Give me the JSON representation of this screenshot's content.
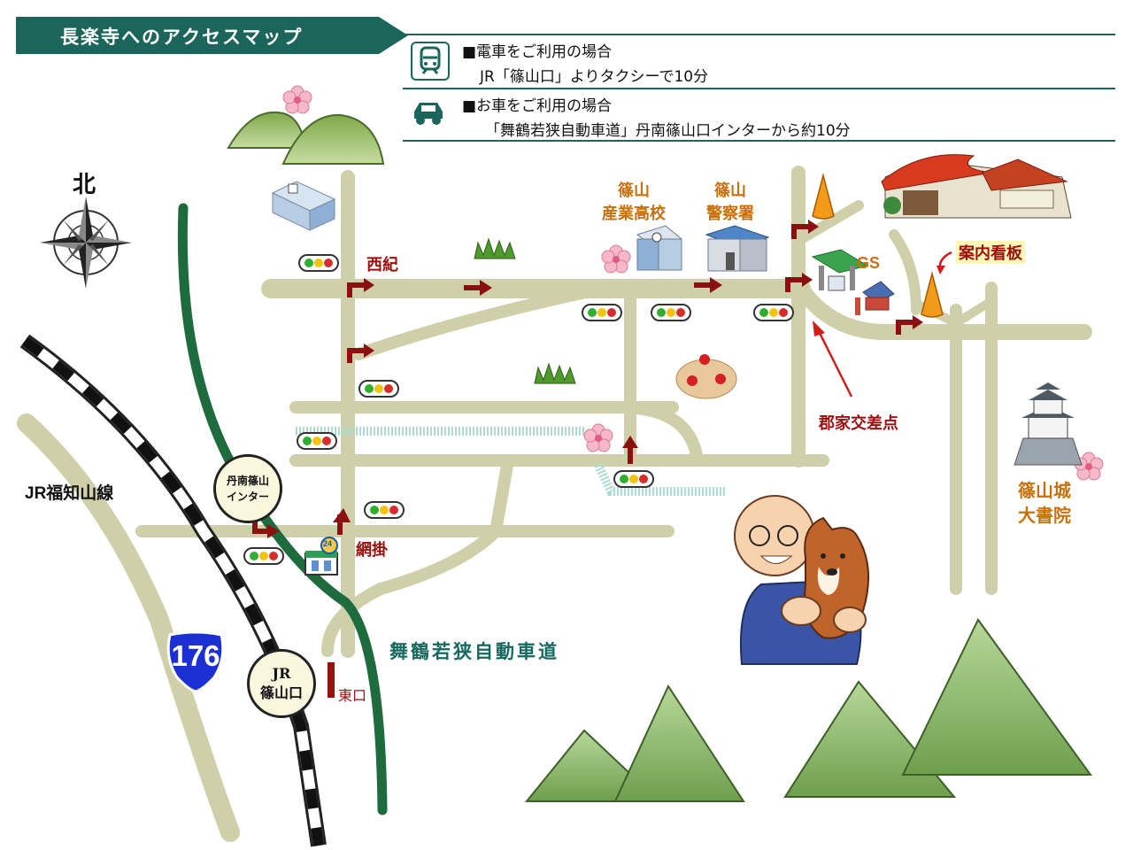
{
  "title": "長楽寺へのアクセスマップ",
  "access": {
    "train": {
      "heading": "■電車をご利用の場合",
      "detail": "JR「篠山口」よりタクシーで10分"
    },
    "car": {
      "heading": "■お車をご利用の場合",
      "detail": "「舞鶴若狭自動車道」丹南篠山口インターから約10分"
    }
  },
  "labels": {
    "north": "北",
    "seiki": "西紀",
    "amikake": "網掛",
    "school": "篠山\n産業高校",
    "police": "篠山\n警察署",
    "gs": "GS",
    "signboard": "案内看板",
    "intersection": "郡家交差点",
    "castle": "篠山城\n大書院",
    "jr_line": "JR福知山線",
    "expressway": "舞鶴若狭自動車道",
    "interchange": "丹南篠山\nインター",
    "station": "JR\n篠山口",
    "east_exit": "東口",
    "route_number": "176",
    "store_number": "24"
  },
  "colors": {
    "road": "#cfcfa9",
    "expressway": "#1e6b3d",
    "arrow": "#8b1010",
    "title_bg": "#1b655a",
    "route_badge": "#1c2fd3",
    "mountain": "#8fbb6a"
  }
}
